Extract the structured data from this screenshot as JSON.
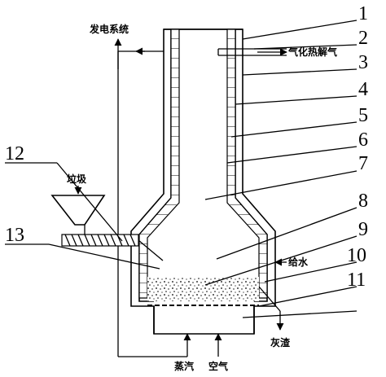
{
  "labels": {
    "power_system": "发电系统",
    "gas_output": "气化热解气",
    "garbage": "垃圾",
    "feed_water": "给水",
    "ash": "灰渣",
    "steam": "蒸汽",
    "air": "空气"
  },
  "callouts": [
    "1",
    "2",
    "3",
    "4",
    "5",
    "6",
    "7",
    "8",
    "9",
    "10",
    "11",
    "12",
    "13"
  ]
}
